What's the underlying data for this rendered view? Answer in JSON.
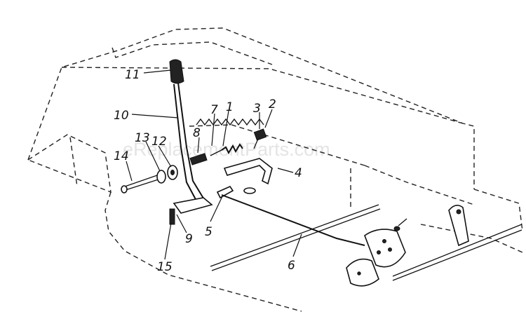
{
  "watermark": "eReplacementParts.com",
  "callouts": [
    "1",
    "2",
    "3",
    "4",
    "5",
    "6",
    "7",
    "8",
    "9",
    "10",
    "11",
    "12",
    "13",
    "14",
    "15"
  ]
}
